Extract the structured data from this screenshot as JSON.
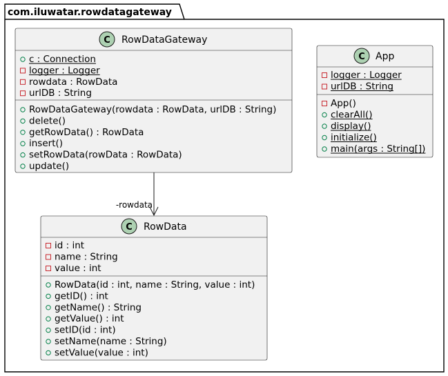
{
  "package": {
    "name": "com.iluwatar.rowdatagateway"
  },
  "stereotype_letter": "C",
  "colors": {
    "class_fill": "#F1F1F1",
    "border": "#181818",
    "spot_fill": "#ADD1B2",
    "public_marker": "#84BE84",
    "private_marker": "#C82930"
  },
  "classes": [
    {
      "id": "gateway",
      "name": "RowDataGateway",
      "fields": [
        {
          "visibility": "public",
          "static": true,
          "text": "c : Connection"
        },
        {
          "visibility": "private",
          "static": true,
          "text": "logger : Logger"
        },
        {
          "visibility": "private",
          "static": false,
          "text": "rowdata : RowData"
        },
        {
          "visibility": "private",
          "static": false,
          "text": "urlDB : String"
        }
      ],
      "methods": [
        {
          "visibility": "public",
          "static": false,
          "text": "RowDataGateway(rowdata : RowData, urlDB : String)"
        },
        {
          "visibility": "public",
          "static": false,
          "text": "delete()"
        },
        {
          "visibility": "public",
          "static": false,
          "text": "getRowData() : RowData"
        },
        {
          "visibility": "public",
          "static": false,
          "text": "insert()"
        },
        {
          "visibility": "public",
          "static": false,
          "text": "setRowData(rowData : RowData)"
        },
        {
          "visibility": "public",
          "static": false,
          "text": "update()"
        }
      ]
    },
    {
      "id": "app",
      "name": "App",
      "fields": [
        {
          "visibility": "private",
          "static": true,
          "text": "logger : Logger"
        },
        {
          "visibility": "private",
          "static": true,
          "text": "urlDB : String"
        }
      ],
      "methods": [
        {
          "visibility": "private",
          "static": false,
          "text": "App()"
        },
        {
          "visibility": "public",
          "static": true,
          "text": "clearAll()"
        },
        {
          "visibility": "public",
          "static": true,
          "text": "display()"
        },
        {
          "visibility": "public",
          "static": true,
          "text": "initialize()"
        },
        {
          "visibility": "public",
          "static": true,
          "text": "main(args : String[])"
        }
      ]
    },
    {
      "id": "rowdata",
      "name": "RowData",
      "fields": [
        {
          "visibility": "private",
          "static": false,
          "text": "id : int"
        },
        {
          "visibility": "private",
          "static": false,
          "text": "name : String"
        },
        {
          "visibility": "private",
          "static": false,
          "text": "value : int"
        }
      ],
      "methods": [
        {
          "visibility": "public",
          "static": false,
          "text": "RowData(id : int, name : String, value : int)"
        },
        {
          "visibility": "public",
          "static": false,
          "text": "getID() : int"
        },
        {
          "visibility": "public",
          "static": false,
          "text": "getName() : String"
        },
        {
          "visibility": "public",
          "static": false,
          "text": "getValue() : int"
        },
        {
          "visibility": "public",
          "static": false,
          "text": "setID(id : int)"
        },
        {
          "visibility": "public",
          "static": false,
          "text": "setName(name : String)"
        },
        {
          "visibility": "public",
          "static": false,
          "text": "setValue(value : int)"
        }
      ]
    }
  ],
  "associations": [
    {
      "from": "gateway",
      "to": "rowdata",
      "label": "-rowdata"
    }
  ]
}
